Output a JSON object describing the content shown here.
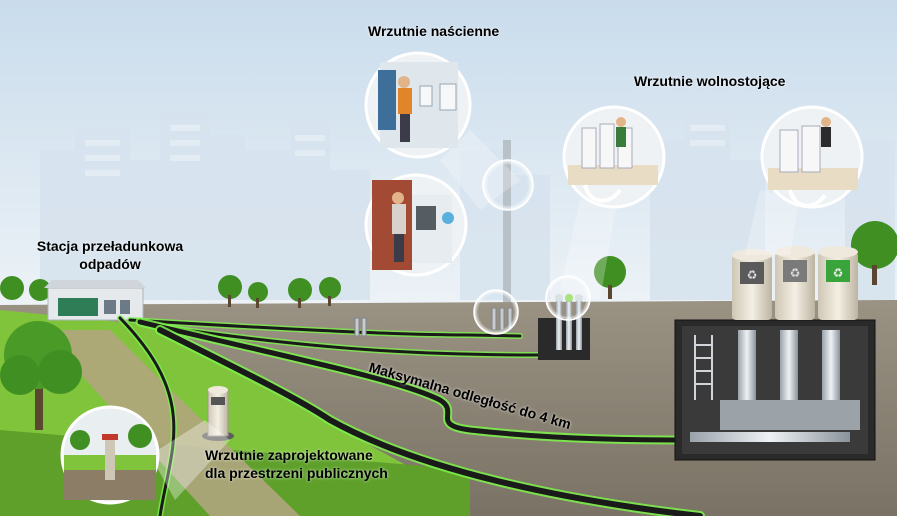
{
  "labels": {
    "wall_inlets": "Wrzutnie naścienne",
    "freestanding_inlets": "Wrzutnie wolnostojące",
    "station_line1": "Stacja przeładunkowa",
    "station_line2": "odpadów",
    "max_distance": "Maksymalna odległość do 4 km",
    "public_line1": "Wrzutnie zaprojektowane",
    "public_line2": "dla przestrzeni publicznych"
  },
  "colors": {
    "sky_top": "#c9dcec",
    "sky_bottom": "#eef3f7",
    "building": "#d7e3ee",
    "ground": "#8b8273",
    "grass": "#7fc43a",
    "pipe": "#1a1a1a",
    "pipe_glow": "#7cf24a",
    "tree": "#3f8f23",
    "chamber": "#2a2a2a"
  }
}
